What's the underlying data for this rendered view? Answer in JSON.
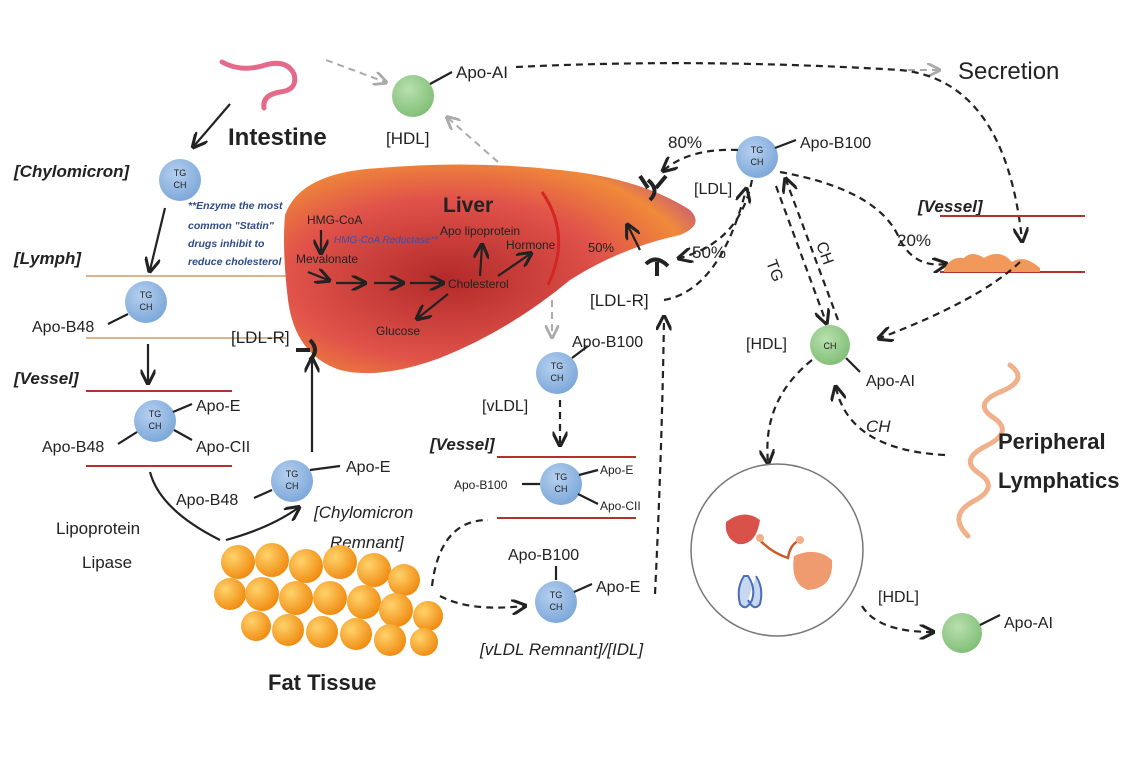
{
  "legend": {
    "secretion": "Secretion"
  },
  "organs": {
    "intestine": "Intestine",
    "liver": "Liver",
    "fat_tissue": "Fat Tissue",
    "peripheral_lymphatics_1": "Peripheral",
    "peripheral_lymphatics_2": "Lymphatics"
  },
  "compartments": {
    "chylomicron": "[Chylomicron]",
    "lymph": "[Lymph]",
    "vessel_left": "[Vessel]",
    "vessel_mid": "[Vessel]",
    "vessel_right": "[Vessel]",
    "chylomicron_remnant_1": "[Chylomicron",
    "chylomicron_remnant_2": "Remnant]",
    "vldl_remnant_idl": "[vLDL Remnant]/[IDL]",
    "vldl": "[vLDL]",
    "ldl": "[LDL]",
    "hdl_top": "[HDL]",
    "hdl_mid": "[HDL]",
    "hdl_bottom": "[HDL]",
    "ldlr_left": "[LDL-R]",
    "ldlr_right": "[LDL-R]"
  },
  "particle": {
    "tg": "TG",
    "ch": "CH"
  },
  "apos": {
    "apo_ai_top": "Apo-AI",
    "apo_ai_mid": "Apo-AI",
    "apo_ai_bottom": "Apo-AI",
    "apo_b48_lymph": "Apo-B48",
    "apo_b48_vessel": "Apo-B48",
    "apo_b48_remnant": "Apo-B48",
    "apo_e_vessel": "Apo-E",
    "apo_cii_vessel": "Apo-CII",
    "apo_e_remnant": "Apo-E",
    "apo_b100_ldl": "Apo-B100",
    "apo_b100_vldl": "Apo-B100",
    "apo_b100_vessel": "Apo-B100",
    "apo_e_vldl_vessel": "Apo-E",
    "apo_cii_vldl_vessel": "Apo-CII",
    "apo_b100_idl": "Apo-B100",
    "apo_e_idl": "Apo-E"
  },
  "liver_inside": {
    "hmg_coa": "HMG-CoA",
    "hmg_coa_reductase": "HMG-CoA Reductase**",
    "mevalonate": "Mevalonate",
    "apo_lipoprotein": "Apo lipoprotein",
    "hormone": "Hormone",
    "cholesterol": "Cholesterol",
    "glucose": "Glucose",
    "pct_50_liver": "50%"
  },
  "note": {
    "l1": "**Enzyme the most",
    "l2": "common \"Statin\"",
    "l3": "drugs inhibit to",
    "l4": "reduce cholesterol"
  },
  "percents": {
    "p80": "80%",
    "p50": "50%",
    "p20": "20%"
  },
  "flow_labels": {
    "ch_diag": "CH",
    "tg_diag": "TG",
    "ch_periph": "CH"
  },
  "lipase": {
    "l1": "Lipoprotein",
    "l2": "Lipase"
  },
  "colors": {
    "particle_blue": "#8ab3e0",
    "hdl_green": "#92c98a",
    "liver_red": "#d9423a",
    "vessel_line": "#b3312f",
    "lymph_line": "#d9b48c",
    "fat": "#f7a21b",
    "intestine": "#e46a8a"
  }
}
